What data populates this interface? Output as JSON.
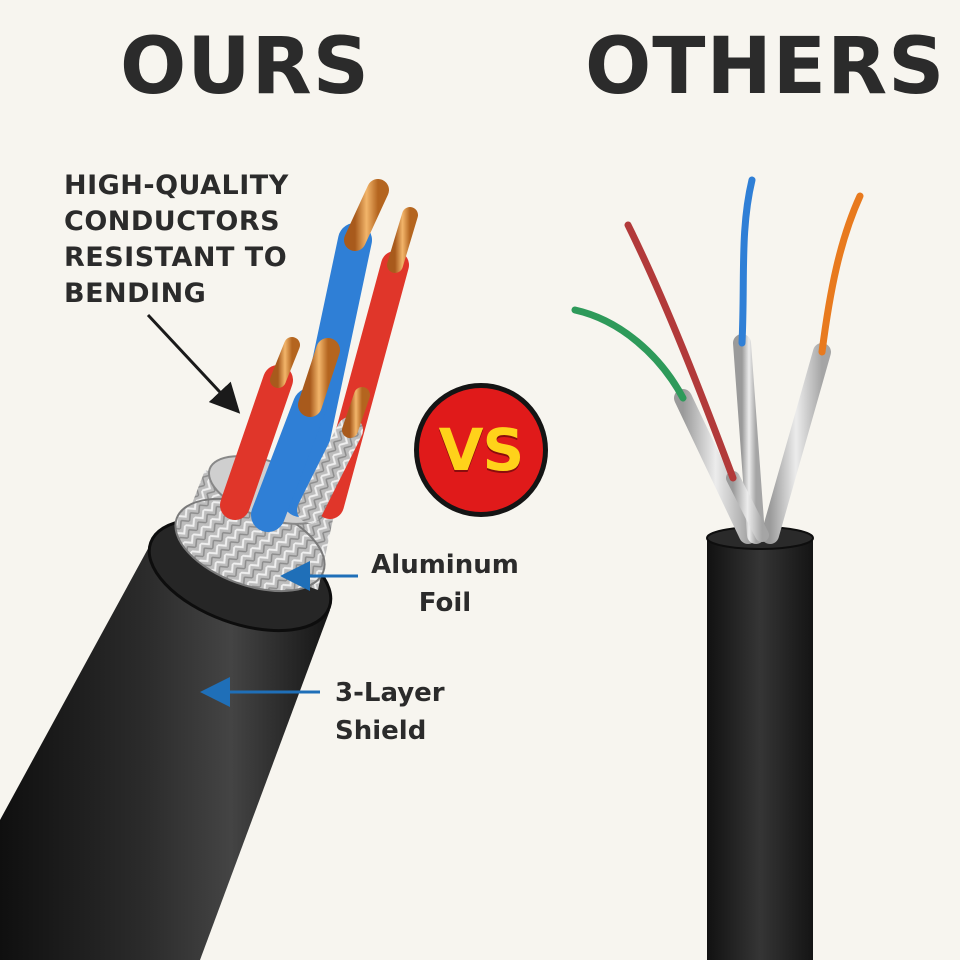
{
  "headings": {
    "left": "OURS",
    "right": "OTHERS"
  },
  "badge": {
    "text": "VS",
    "fill_color": "#e01a1a",
    "text_color": "#ffd21a"
  },
  "callouts": {
    "conductors": [
      "HIGH-QUALITY",
      "CONDUCTORS",
      "RESISTANT TO",
      "BENDING"
    ],
    "foil": [
      "Aluminum",
      "Foil"
    ],
    "shield": [
      "3-Layer",
      "Shield"
    ]
  },
  "colors": {
    "background": "#f7f5ef",
    "jacket": "#1c1c1c",
    "braid": "#c9c9c9",
    "copper": "#d98a3a",
    "arrow": "#1f6fb8",
    "wire_blue": "#2f7fd6",
    "wire_red": "#e0362a",
    "wire_green": "#2e9a5a",
    "wire_darkred": "#b23a3a",
    "wire_orange": "#e87a1e"
  }
}
